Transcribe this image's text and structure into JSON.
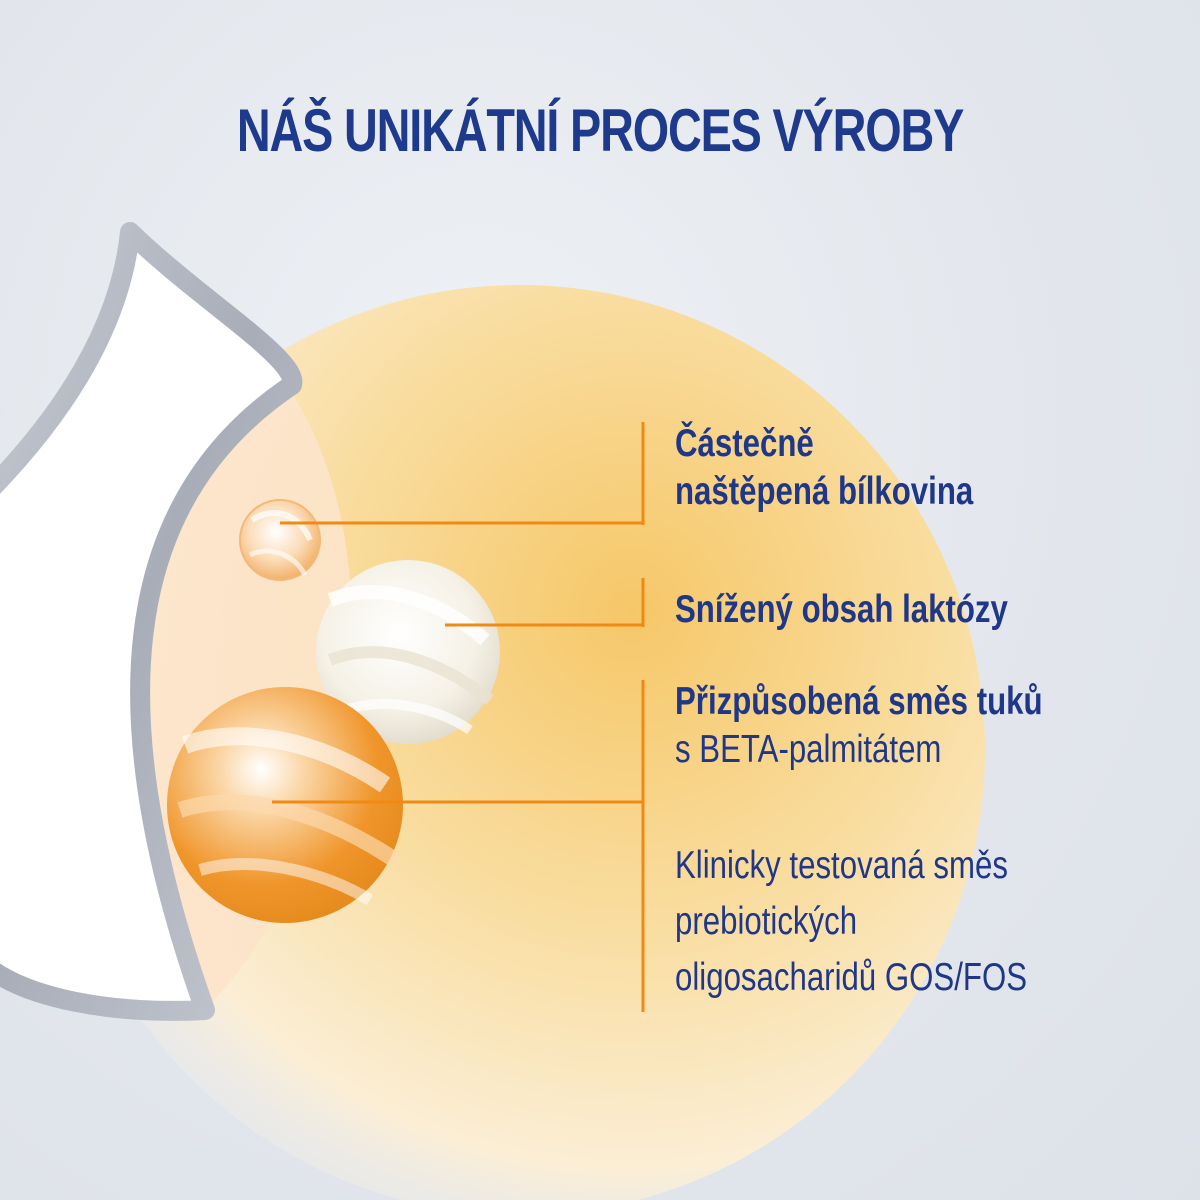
{
  "title": "NÁŠ UNIKÁTNÍ PROCES VÝROBY",
  "features": {
    "protein": {
      "line1": "Částečně",
      "line2": "naštěpená bílkovina"
    },
    "lactose": {
      "line1": "Snížený obsah laktózy"
    },
    "fats": {
      "line1": "Přizpůsobená směs tuků",
      "line2": "s BETA-palmitátem"
    },
    "prebiotics": {
      "line1": "Klinicky testovaná směs",
      "line2": "prebiotických",
      "line3": "oligosacharidů GOS/FOS"
    }
  },
  "colors": {
    "title": "#1e3a8c",
    "text": "#1f3788",
    "accent_line": "#f08a14",
    "background": "#e4e8ee"
  }
}
